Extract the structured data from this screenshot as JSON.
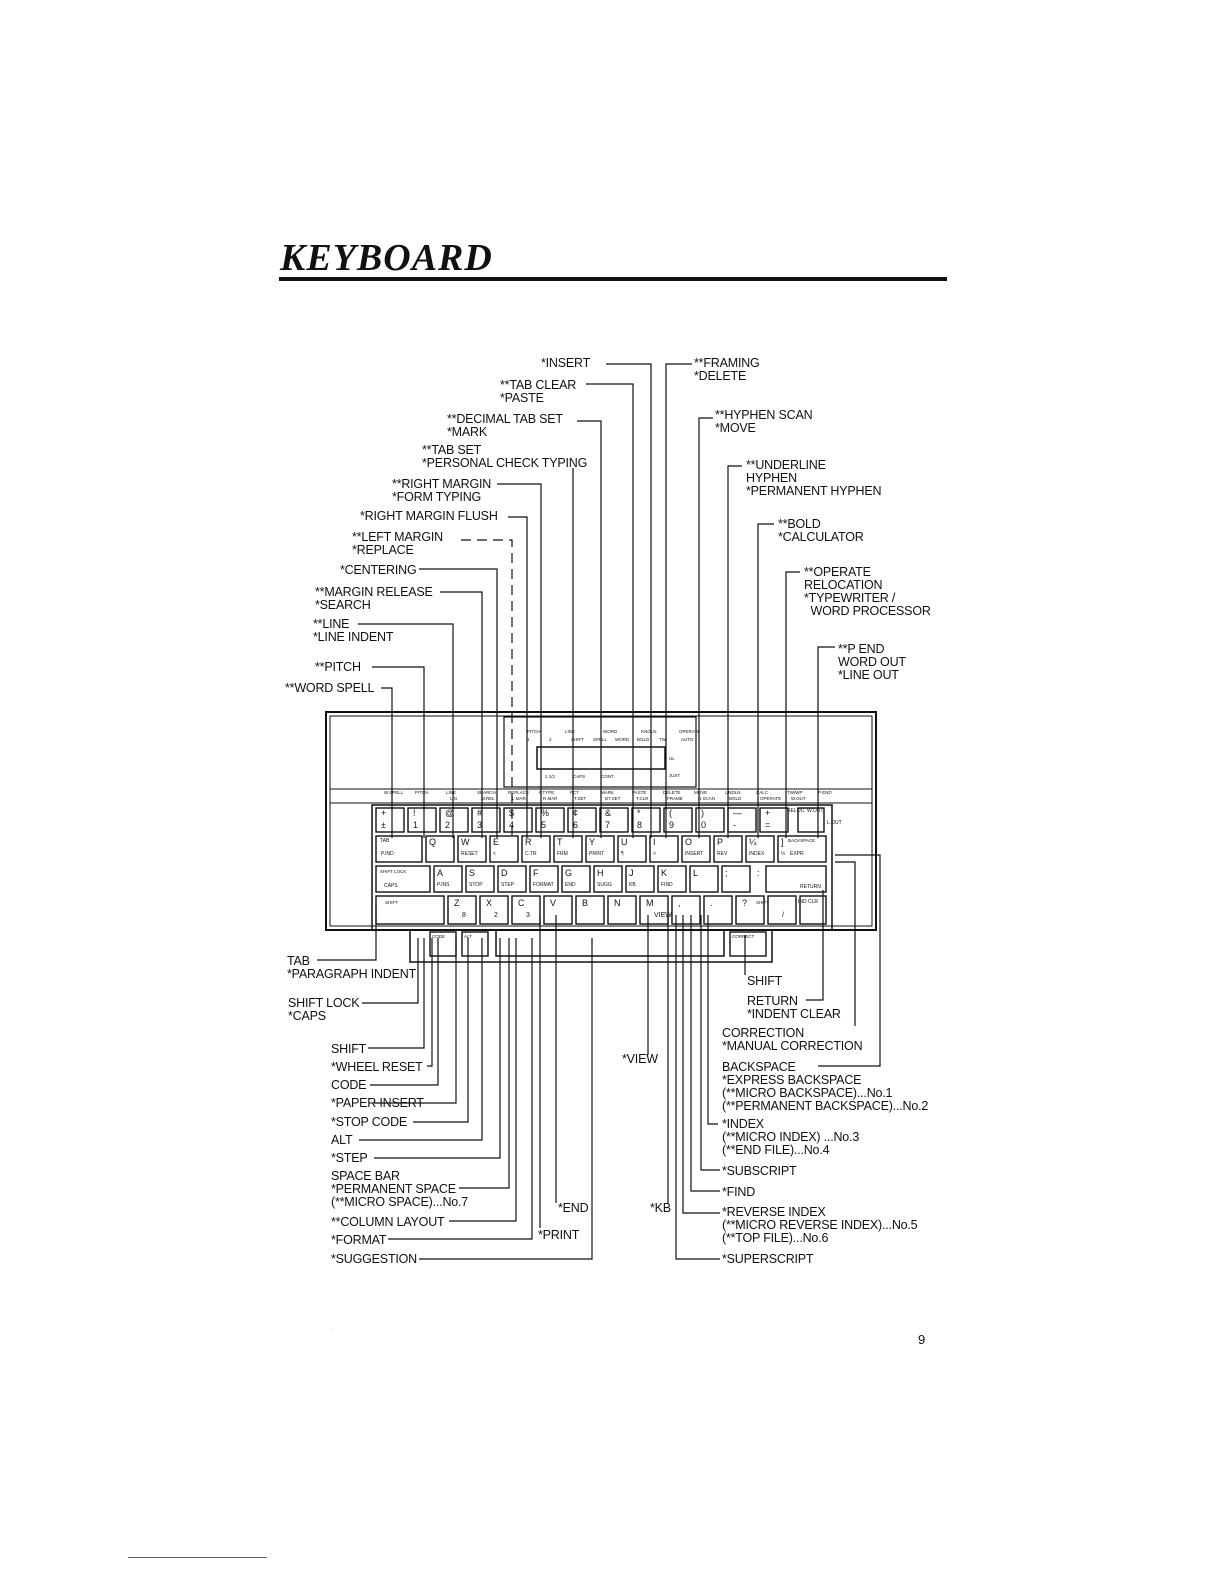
{
  "page": {
    "title": "KEYBOARD",
    "page_number": "9",
    "faint_mark": "."
  },
  "labels": {
    "insert": "*INSERT",
    "tab_clear": "**TAB CLEAR\n*PASTE",
    "decimal_tab": "**DECIMAL TAB SET\n*MARK",
    "tab_set": "**TAB SET\n*PERSONAL CHECK TYPING",
    "right_margin": "**RIGHT MARGIN\n*FORM TYPING",
    "rm_flush": "*RIGHT MARGIN FLUSH",
    "left_margin": "**LEFT MARGIN\n*REPLACE",
    "centering": "*CENTERING",
    "margin_release": "**MARGIN RELEASE\n*SEARCH",
    "line": "**LINE\n*LINE INDENT",
    "pitch": "**PITCH",
    "word_spell": "**WORD SPELL",
    "framing": "**FRAMING\n*DELETE",
    "hyphen_scan": "**HYPHEN SCAN\n*MOVE",
    "underline": "**UNDERLINE\nHYPHEN\n*PERMANENT HYPHEN",
    "bold": "**BOLD\n*CALCULATOR",
    "operate": "**OPERATE\nRELOCATION\n*TYPEWRITER /\n  WORD PROCESSOR",
    "p_end": "**P END\nWORD OUT\n*LINE OUT",
    "tab": "TAB\n*PARAGRAPH INDENT",
    "shift_lock": "SHIFT LOCK\n*CAPS",
    "shift_l": "SHIFT",
    "wheel_reset": "*WHEEL RESET",
    "code": "CODE",
    "paper_insert": "*PAPER INSERT",
    "stop_code": "*STOP CODE",
    "alt": "ALT",
    "step": "*STEP",
    "space_bar": "SPACE BAR\n*PERMANENT SPACE\n(**MICRO SPACE)...No.7",
    "column_layout": "**COLUMN LAYOUT",
    "format": "*FORMAT",
    "suggestion": "*SUGGESTION",
    "end": "*END",
    "print": "*PRINT",
    "view": "*VIEW",
    "kb": "*KB",
    "shift_r": "SHIFT",
    "return": "RETURN\n*INDENT CLEAR",
    "correction": "CORRECTION\n*MANUAL CORRECTION",
    "backspace": "BACKSPACE\n*EXPRESS BACKSPACE\n(**MICRO BACKSPACE)...No.1\n(**PERMANENT BACKSPACE)...No.2",
    "index": "*INDEX\n(**MICRO INDEX) ...No.3\n(**END FILE)...No.4",
    "subscript": "*SUBSCRIPT",
    "find": "*FIND",
    "reverse_index": "*REVERSE INDEX\n(**MICRO REVERSE INDEX)...No.5\n(**TOP FILE)...No.6",
    "superscript": "*SUPERSCRIPT"
  },
  "keyboard": {
    "display_top": [
      "PITCH",
      "LINE",
      "WORD",
      "KNOLN",
      "OPERATE"
    ],
    "display_mid": [
      "1",
      "2",
      "SHIFT",
      "SPELL",
      "WORD",
      "BOLD",
      "TW",
      "AUTO"
    ],
    "display_right": [
      "UL",
      "JUST"
    ],
    "display_bottom": [
      "1 1/2",
      "CAPS",
      "CONT"
    ],
    "strip": [
      "W.SPELL",
      "PITCH",
      "LINE",
      "SEARCH",
      "REPLACE",
      "F.TYPE",
      "PCT",
      "MARK",
      "PASTE",
      "DELETE",
      "MOVE",
      "UNDLN",
      "CALC",
      "TW/WP",
      "P END"
    ],
    "strip_sub": [
      "LIN",
      "M.REL",
      "L.MAR",
      "R.MAR",
      "T.SET",
      "DT.SET",
      "T.CLR",
      "FRAME",
      "H.SCAN",
      "BOLD",
      "OPERATE",
      "W.OUT"
    ],
    "row1_top": [
      "+",
      "!",
      "@",
      "#",
      "$",
      "%",
      "¢",
      "&",
      "*",
      "(",
      ")",
      "—",
      "+"
    ],
    "row1_bot": [
      "±",
      "1",
      "2",
      "3",
      "4",
      "5",
      "6",
      "7",
      "8",
      "9",
      "0",
      "-",
      "="
    ],
    "row1_right": [
      "RELOC",
      "W.OUT",
      "L.OUT"
    ],
    "row2": [
      "Q",
      "W",
      "E",
      "R",
      "T",
      "Y",
      "U",
      "I",
      "O",
      "P",
      "¼",
      "]"
    ],
    "row2_sub": [
      "P.IND",
      "RESET",
      "<",
      "C.TR",
      "FRM",
      "PRINT",
      "¶",
      ">",
      "INSERT",
      "REV",
      "INDEX",
      "½"
    ],
    "row2_left": "TAB",
    "row2_right": "BACKSPACE",
    "row2_right_sub": "EXPR",
    "row3": [
      "A",
      "S",
      "D",
      "F",
      "G",
      "H",
      "J",
      "K",
      "L",
      ";",
      ":"
    ],
    "row3_sub": [
      "P.INS",
      "STOP",
      "STEP",
      "FORMAT",
      "END",
      "SUGG",
      "KB",
      "FIND"
    ],
    "row3_left": "SHIFT LOCK",
    "row3_left_sub": "CAPS",
    "row3_right": "RETURN",
    "row3_right_sub": "IND CLR",
    "row4": [
      "Z",
      "X",
      "C",
      "V",
      "B",
      "N",
      "M",
      ",",
      ".",
      "?"
    ],
    "row4_sub": [
      "8",
      "2",
      "3",
      "VIEW",
      "/"
    ],
    "row4_left": "SHIFT",
    "row4_right": "SHIFT",
    "row5_left": [
      "CODE",
      "ALT"
    ],
    "row5_right": "CORRECT"
  }
}
